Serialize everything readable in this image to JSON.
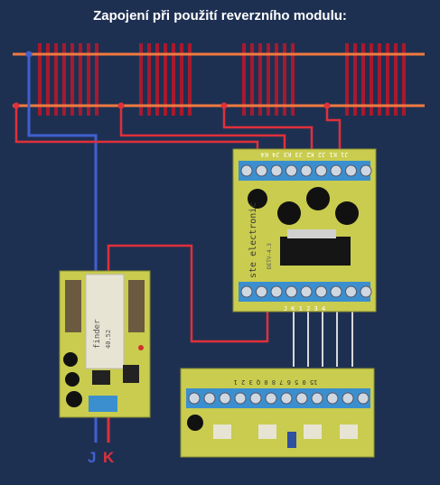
{
  "title": "Zapojení při použití reverzního modulu:",
  "labels": {
    "j": "J",
    "k": "K"
  },
  "module_text": {
    "top_terminals": "J1 K1 J2 K2 J3 K3 J4 K4",
    "bottom_terminals": "J K 1 2 3 4",
    "brand": "ste electronic",
    "model": "DETV-4.3",
    "relay_brand": "finder",
    "relay_model": "40.52"
  },
  "decoder_text": {
    "terminals": "15 0 5 6 7 8 0 Q 3 2 1"
  },
  "colors": {
    "background": "#1e3052",
    "rail": "#f07a40",
    "sleeper": "#a8192e",
    "wire_red": "#e0303a",
    "wire_blue": "#4060d0",
    "wire_white": "#d8d8d8",
    "pcb": "#c9cc4e",
    "terminal": "#3b8fcf"
  }
}
